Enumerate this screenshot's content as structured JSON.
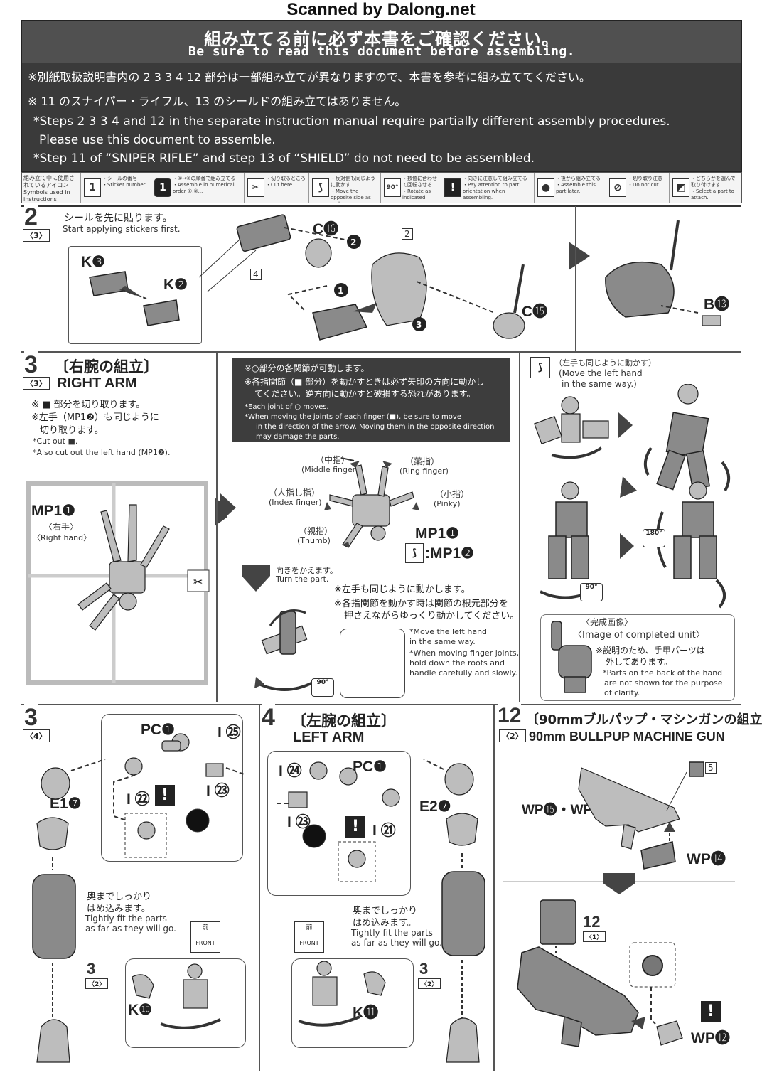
{
  "watermark": "Scanned by Dalong.net",
  "notice": {
    "title_jp": "組み立てる前に必ず本書をご確認ください。",
    "title_en": "Be sure to read this document before assembling.",
    "line1_jp": "※別紙取扱説明書内の 2 3 3 4 12 部分は一部組み立てが異なりますので、本書を参考に組み立ててください。",
    "line2_jp": "※ 11 のスナイパー・ライフル、13 のシールドの組み立てはありません。",
    "line3_en": "*Steps 2 3 3 4 and 12 in the separate instruction manual require partially different assembly procedures.",
    "line4_en": "Please use this document to assemble.",
    "line5_en": "*Step 11 of “SNIPER RIFLE” and step 13 of “SHIELD” do not need to be assembled."
  },
  "icon_legend": {
    "header_jp": "組み立て中に使用されているアイコン",
    "header_en": "Symbols used in instructions",
    "items": [
      {
        "glyph": "1",
        "jp": "・シールの番号",
        "en": "・Sticker number"
      },
      {
        "glyph": "1",
        "jp": "・①→②の順番で組み立てる",
        "en": "・Assemble in numerical order ①,②..."
      },
      {
        "glyph": "✂",
        "jp": "・切り取るところ",
        "en": "・Cut here."
      },
      {
        "glyph": "⟆",
        "jp": "・反対側も同じように動かす",
        "en": "・Move the opposite side as well."
      },
      {
        "glyph": "90°",
        "jp": "・数値に合わせて回転させる",
        "en": "・Rotate as indicated."
      },
      {
        "glyph": "!",
        "jp": "・向きに注意して組み立てる",
        "en": "・Pay attention to part orientation when assembling."
      },
      {
        "glyph": "●",
        "jp": "・後から組み立てる",
        "en": "・Assemble this part later."
      },
      {
        "glyph": "⊘",
        "jp": "・切り取り注意",
        "en": "・Do not cut."
      },
      {
        "glyph": "◩",
        "jp": "・どちらかを選んで取り付けます",
        "en": "・Select a part to attach."
      }
    ]
  },
  "step2": {
    "num": "2",
    "sub": "〈3〉",
    "jp": "シールを先に貼ります。",
    "en": "Start applying stickers first.",
    "labels": {
      "k3": "K❸",
      "k2": "K❷",
      "c16": "C⓰",
      "c15": "C⓯",
      "b13": "B⓭",
      "s2": "2",
      "s4": "4"
    }
  },
  "step3r": {
    "num": "3",
    "sub": "〈3〉",
    "title_jp": "〔右腕の組立〕",
    "title_en": "RIGHT ARM",
    "note1_jp": "※ ■ 部分を切り取ります。",
    "note2_jp": "※左手（MP1❷）も同じように",
    "note3_jp": "切り取ります。",
    "note1_en": "*Cut out ■.",
    "note2_en": "*Also cut out the left hand (MP1❷).",
    "mp1": "MP1❶",
    "right_hand_jp": "〈右手〉",
    "right_hand_en": "〈Right hand〉",
    "callout": {
      "l1": "※○部分の各関節が可動します。",
      "l2": "※各指関節（■ 部分）を動かすときは必ず矢印の方向に動かし",
      "l3": "てください。逆方向に動かすと破損する恐れがあります。",
      "l4": "*Each joint of ○ moves.",
      "l5": "*When moving the joints of each finger (■), be sure to move",
      "l6": "in the direction of the arrow. Moving them in the opposite direction",
      "l7": "may damage the parts."
    },
    "fingers": {
      "middle_jp": "（中指）",
      "middle_en": "(Middle finger)",
      "ring_jp": "（薬指）",
      "ring_en": "(Ring finger)",
      "index_jp": "（人指し指）",
      "index_en": "(Index finger)",
      "pinky_jp": "（小指）",
      "pinky_en": "(Pinky)",
      "thumb_jp": "（親指）",
      "thumb_en": "(Thumb)"
    },
    "mp1_1": "MP1❶",
    "mp1_2": ":MP1❷",
    "turn_jp": "向きをかえます。",
    "turn_en": "Turn the part.",
    "note_left_jp": "※左手も同じように動かします。",
    "note_joint_jp1": "※各指関節を動かす時は関節の根元部分を",
    "note_joint_jp2": "押さえながらゆっくり動かしてください。",
    "note_left_en1": "*Move the left hand",
    "note_left_en2": "in the same way.",
    "note_joint_en1": "*When moving finger joints,",
    "note_joint_en2": "hold down the roots and",
    "note_joint_en3": "handle carefully and slowly.",
    "rot90": "90°",
    "side_jp": "（左手も同じように動かす）",
    "side_en1": "(Move the left hand",
    "side_en2": "in the same way.)",
    "rot90b": "90°",
    "rot180": "180°",
    "completed_jp": "〈完成画像〉",
    "completed_en": "〈Image of completed unit〉",
    "completed_note_jp1": "※説明のため、手甲パーツは",
    "completed_note_jp2": "外してあります。",
    "completed_note_en1": "*Parts on the back of the hand",
    "completed_note_en2": "are not shown for the purpose",
    "completed_note_en3": "of clarity."
  },
  "step3b": {
    "num": "3",
    "sub": "〈4〉",
    "pc1": "PC❶",
    "i25": "I ㉕",
    "i22": "I ㉒",
    "i23": "I ㉓",
    "e17": "E1❼",
    "fit_jp1": "奥までしっかり",
    "fit_jp2": "はめ込みます。",
    "fit_en1": "Tightly fit the parts",
    "fit_en2": "as far as they will go.",
    "front_jp": "前",
    "front_en": "FRONT",
    "ref_num": "3",
    "ref_sub": "〈2〉",
    "k10": "K❿"
  },
  "step4": {
    "num": "4",
    "title_jp": "〔左腕の組立〕",
    "title_en": "LEFT ARM",
    "i24": "I ㉔",
    "pc1": "PC❶",
    "i23": "I ㉓",
    "i21": "I ㉑",
    "e27": "E2❼",
    "fit_jp1": "奥までしっかり",
    "fit_jp2": "はめ込みます。",
    "fit_en1": "Tightly fit the parts",
    "fit_en2": "as far as they will go.",
    "front_jp": "前",
    "front_en": "FRONT",
    "ref_num": "3",
    "ref_sub": "〈2〉",
    "k11": "K⓫"
  },
  "step12": {
    "num": "12",
    "sub": "〈2〉",
    "title_jp": "〔90mmブルパップ・マシンガンの組立〕",
    "title_en": "90mm BULLPUP MACHINE GUN",
    "sticker": "5",
    "wp1516": "WP⓯・WP⓰",
    "wp14": "WP⓮",
    "ref_num": "12",
    "ref_sub": "〈1〉",
    "wp12": "WP⓬"
  }
}
